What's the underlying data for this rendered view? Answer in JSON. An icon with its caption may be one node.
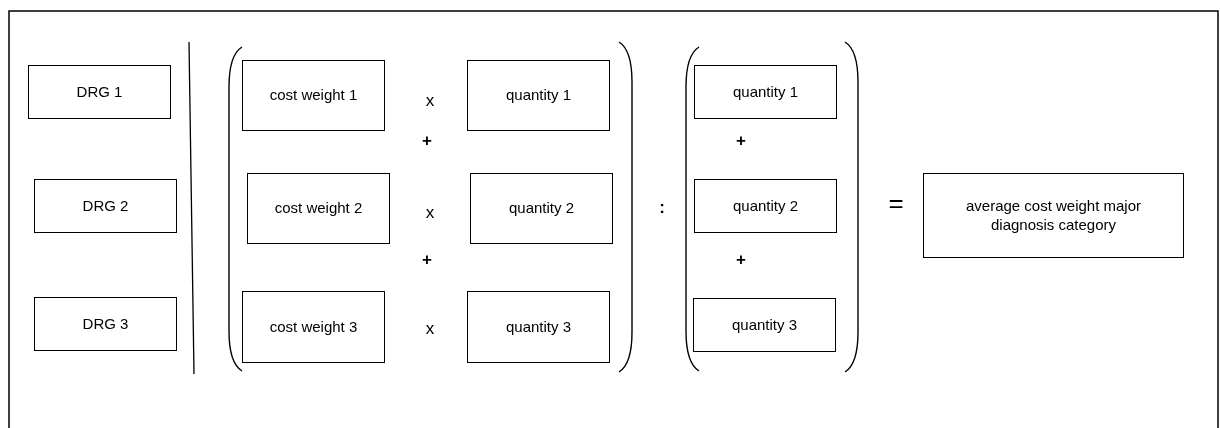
{
  "diagram": {
    "nodes": [
      {
        "text": [
          "DRG 1"
        ]
      },
      {
        "text": [
          "cost weight 1"
        ]
      },
      {
        "text": [
          "quantity  1"
        ]
      },
      {
        "text": [
          "quantity 1"
        ]
      },
      {
        "text": [
          "DRG 2"
        ]
      },
      {
        "text": [
          "cost weight 2"
        ]
      },
      {
        "text": [
          "quantity 2"
        ]
      },
      {
        "text": [
          "quantity 2"
        ]
      },
      {
        "text": [
          "average cost weight major diagnosis category"
        ]
      },
      {
        "text": [
          "DRG 3"
        ]
      },
      {
        "text": [
          "cost weight 3"
        ]
      },
      {
        "text": [
          "quantity 3"
        ]
      },
      {
        "text": [
          "quantity 3"
        ]
      }
    ],
    "labels": [
      "x",
      "+",
      "+",
      "x",
      ":",
      "=",
      "+",
      "+",
      "x"
    ]
  }
}
